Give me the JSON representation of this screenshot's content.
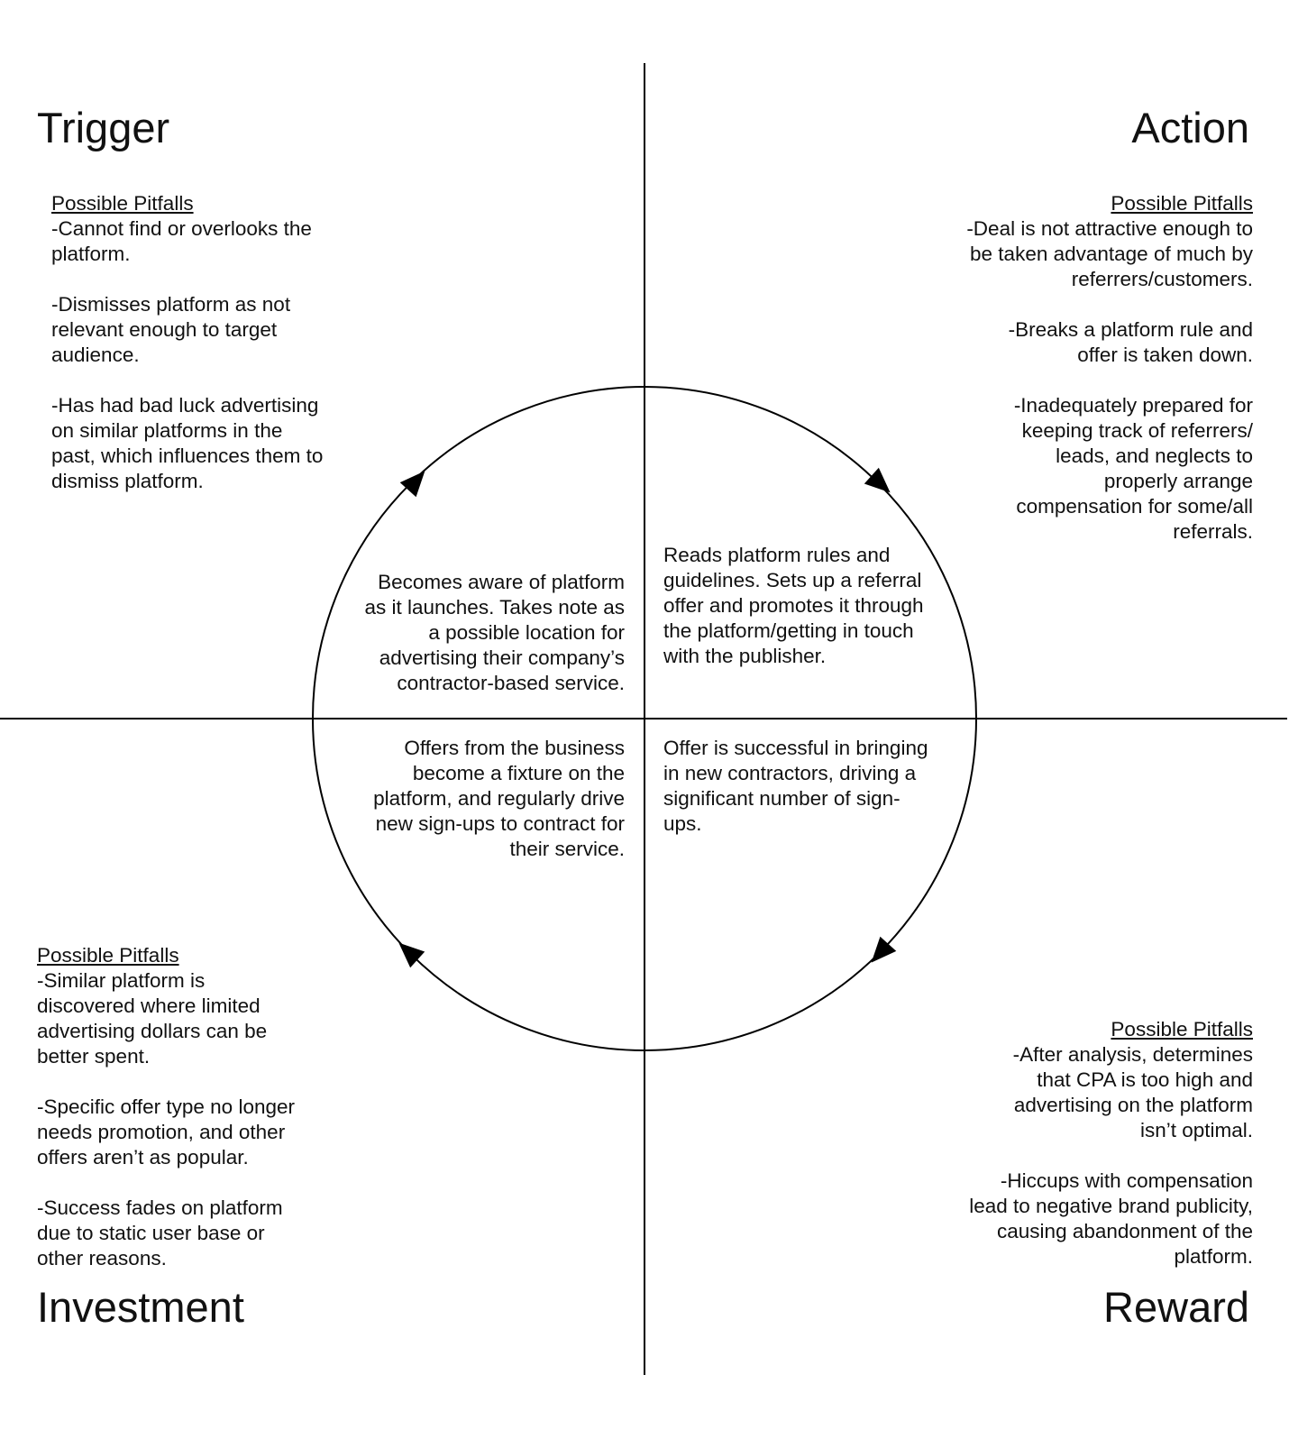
{
  "quadrants": {
    "trigger": {
      "title": "Trigger",
      "pitfalls_heading": "Possible Pitfalls",
      "pitfalls": [
        "-Cannot find or overlooks the platform.",
        "-Dismisses platform as not relevant enough to target audience.",
        "-Has had bad luck advertising on similar platforms in the past, which influences them to dismiss platform."
      ],
      "stage": "Becomes aware of platform as it launches. Takes note as a possible location for advertising their company’s contractor-based service."
    },
    "action": {
      "title": "Action",
      "pitfalls_heading": "Possible Pitfalls",
      "pitfalls": [
        "-Deal is not attractive enough to be taken advantage of much by referrers/customers.",
        "-Breaks a platform rule and offer is taken down.",
        "-Inadequately prepared for keeping track of referrers/ leads, and neglects to properly arrange compensation for some/all referrals."
      ],
      "stage": "Reads platform rules and guidelines. Sets up a referral offer and promotes it through the platform/getting in touch with the publisher."
    },
    "investment": {
      "title": "Investment",
      "pitfalls_heading": "Possible Pitfalls",
      "pitfalls": [
        "-Similar platform is discovered where limited advertising dollars can be better spent.",
        "-Specific offer type no longer needs promotion, and other offers aren’t as popular.",
        "-Success fades on platform due to static user base or other reasons."
      ],
      "stage": "Offers from the business become a fixture on the platform, and regularly drive new sign-ups to contract for their service."
    },
    "reward": {
      "title": "Reward",
      "pitfalls_heading": "Possible Pitfalls",
      "pitfalls": [
        "-After analysis, determines that CPA is too high and advertising on the platform isn’t optimal.",
        "-Hiccups with compensation lead to negative brand publicity, causing abandonment of the platform."
      ],
      "stage": "Offer is successful in bringing in new contractors, driving a significant number of sign-ups."
    }
  },
  "cycle_order": [
    "Trigger",
    "Action",
    "Reward",
    "Investment"
  ],
  "colors": {
    "line": "#000000",
    "text": "#111111",
    "background": "#ffffff"
  }
}
